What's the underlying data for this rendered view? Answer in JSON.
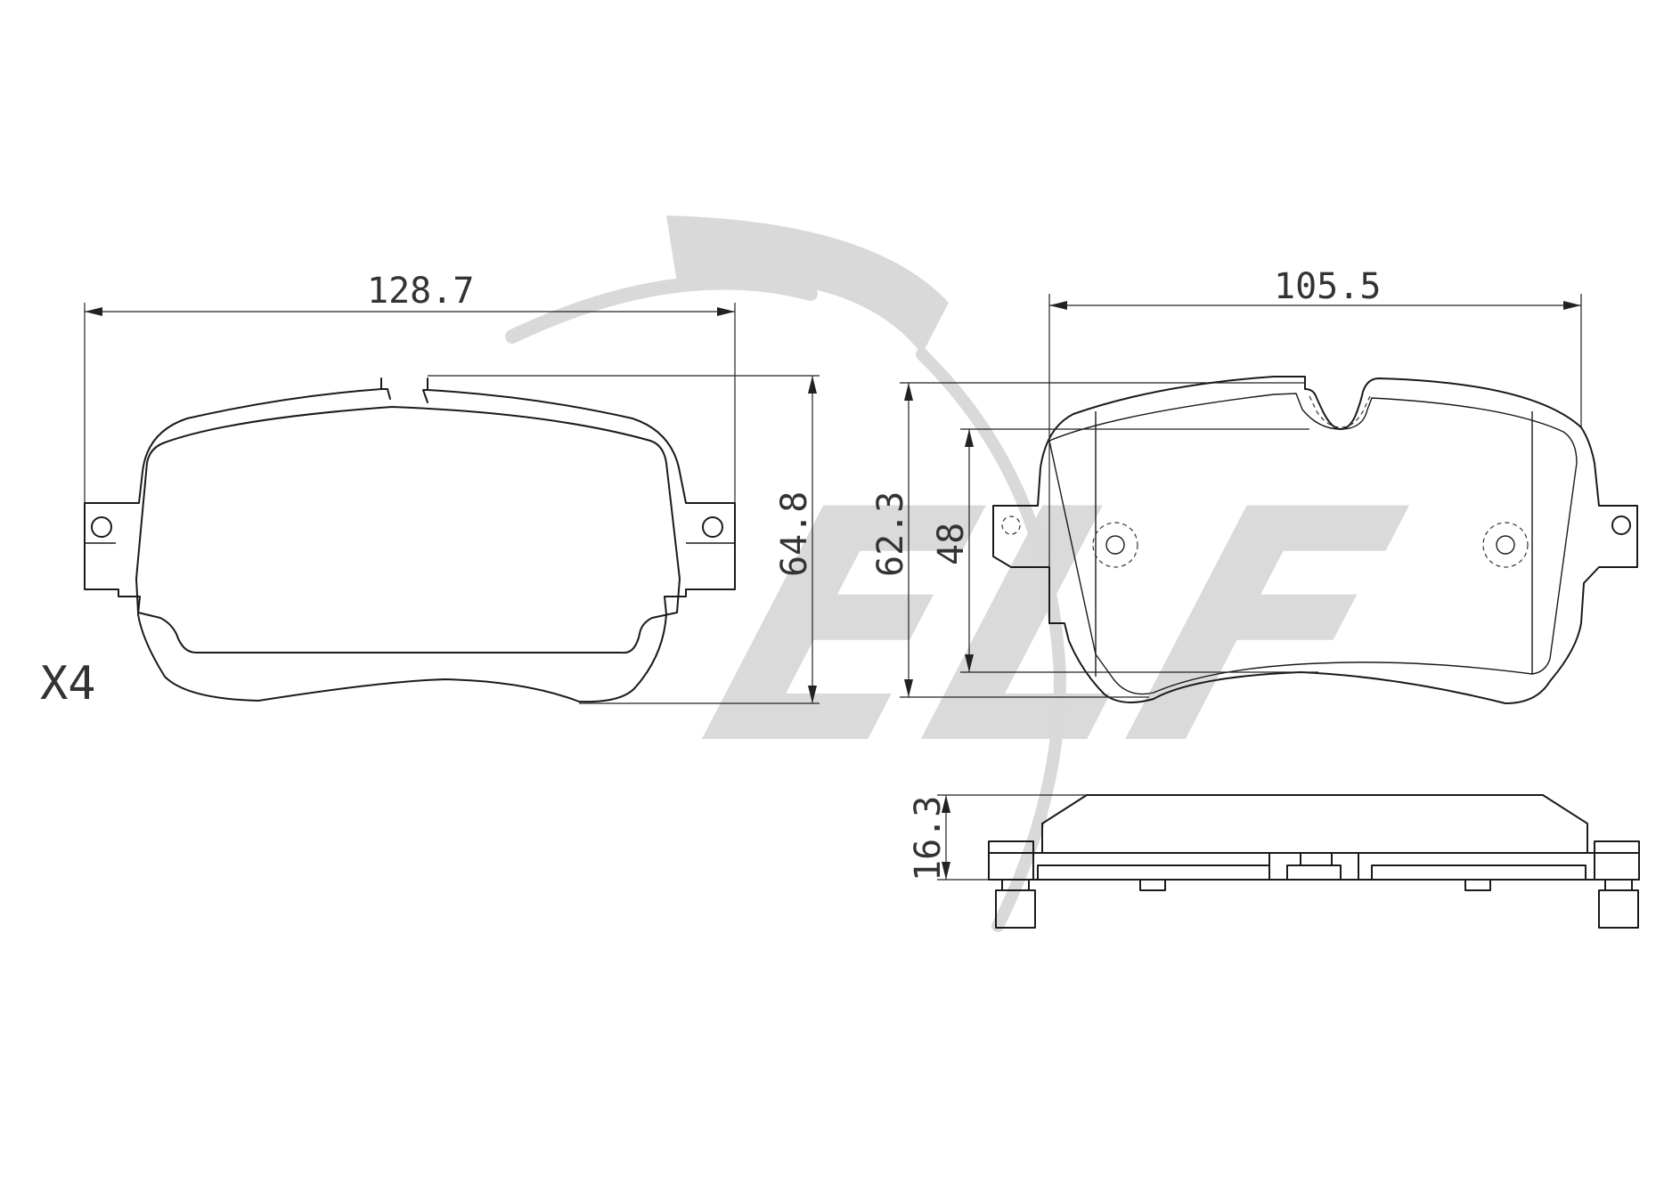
{
  "watermark": {
    "text": "ELF",
    "color": "#d9d9d9"
  },
  "quantity": {
    "label": "X4"
  },
  "dimensions": {
    "pad_a_width": "128.7",
    "pad_a_height": "64.8",
    "pad_b_width": "105.5",
    "pad_b_height_total": "62.3",
    "pad_b_height_friction": "48",
    "pad_thickness": "16.3"
  },
  "colors": {
    "line": "#1a1a1a",
    "dimension": "#222222",
    "watermark": "#d9d9d9"
  }
}
